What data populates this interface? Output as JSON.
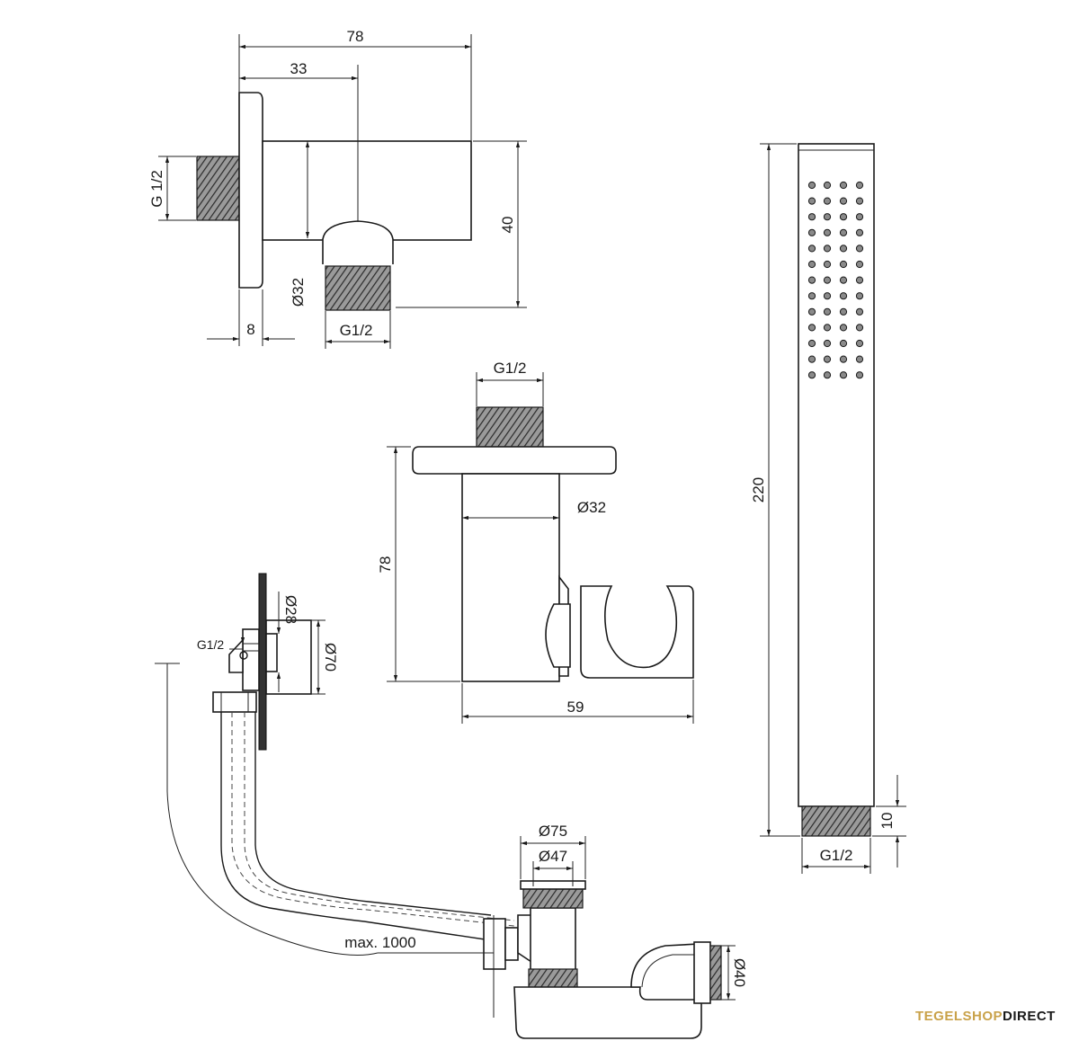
{
  "wall_elbow": {
    "overall_length": "78",
    "outlet_offset": "33",
    "inlet_thread": "G 1/2",
    "height": "40",
    "outlet_diameter": "Ø32",
    "flange_thickness": "8",
    "outlet_thread": "G1/2"
  },
  "holder": {
    "inlet_thread": "G1/2",
    "diameter": "Ø32",
    "height": "78",
    "depth": "59"
  },
  "hand_shower": {
    "length": "220",
    "thread_length": "10",
    "thread": "G1/2"
  },
  "bath_filler": {
    "spout_diameter": "Ø28",
    "rosette_diameter": "Ø70",
    "inlet_thread": "G1/2",
    "plug_outer_diameter": "Ø75",
    "plug_inner_diameter": "Ø47",
    "waste_diameter": "Ø40",
    "pipe_length": "max. 1000"
  },
  "logo": {
    "part1": "TEGELSHOP",
    "part2": "DIRECT"
  }
}
